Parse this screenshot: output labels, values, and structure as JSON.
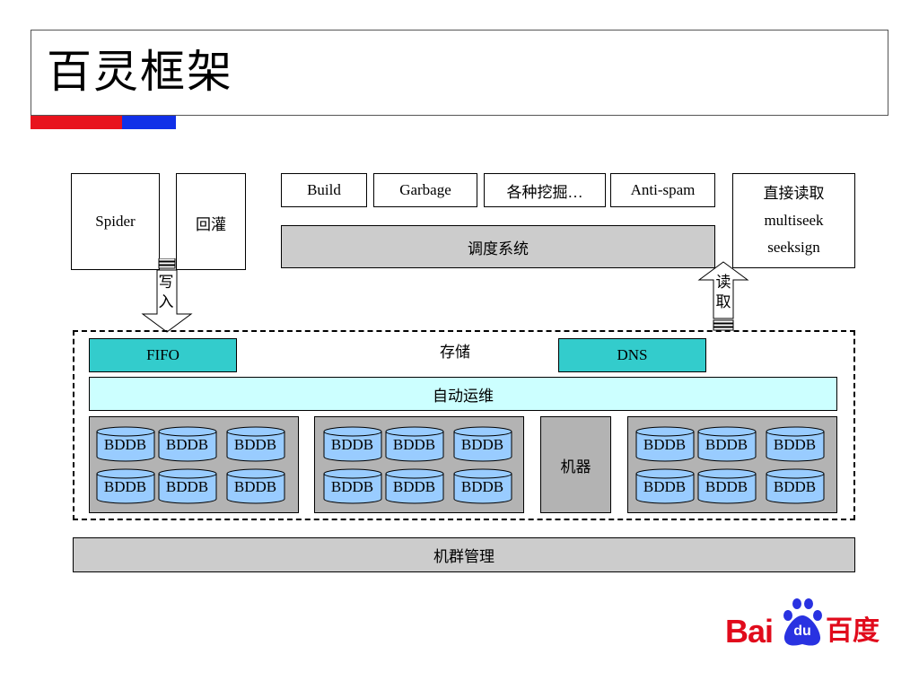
{
  "title": "百灵框架",
  "top_left": {
    "spider": "Spider",
    "backfill": "回灌"
  },
  "tasks": [
    "Build",
    "Garbage",
    "各种挖掘…",
    "Anti-spam"
  ],
  "scheduler": "调度系统",
  "direct_read": {
    "line1": "直接读取",
    "line2": "multiseek",
    "line3": "seeksign"
  },
  "arrows": {
    "write": [
      "写",
      "入"
    ],
    "read": [
      "读",
      "取"
    ]
  },
  "storage": {
    "label": "存储",
    "fifo": "FIFO",
    "dns": "DNS",
    "auto_ops": "自动运维",
    "machine": "机器",
    "db_label": "BDDB"
  },
  "cluster_mgmt": "机群管理",
  "logo": {
    "latin": "Bai",
    "du": "du",
    "chinese": "百度"
  },
  "colors": {
    "teal": "#33cccc",
    "light_cyan": "#ccffff",
    "cylinder": "#99ccff",
    "gray": "#cccccc",
    "cluster_gray": "#b3b3b3",
    "baidu_red": "#e10b1c",
    "baidu_blue": "#2932e1"
  }
}
